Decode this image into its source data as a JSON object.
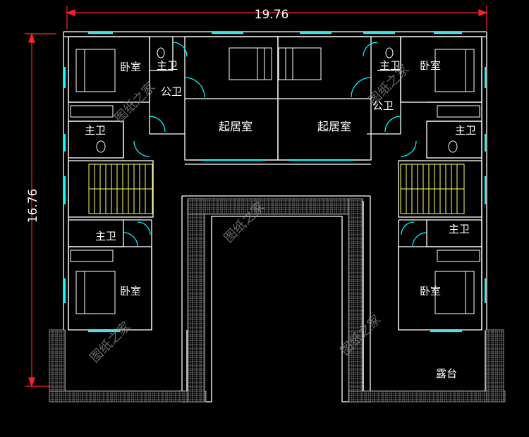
{
  "dimensions": {
    "width_label": "19.76",
    "height_label": "16.76"
  },
  "rooms": {
    "bedroom_tl": "卧室",
    "master_bath_tl": "主卫",
    "public_bath_l": "公卫",
    "master_bath_l2": "主卫",
    "living_l": "起居室",
    "living_r": "起居室",
    "master_bath_tr": "主卫",
    "bedroom_tr": "卧室",
    "public_bath_r": "公卫",
    "master_bath_r2": "主卫",
    "master_bath_l3": "主卫",
    "bedroom_bl": "卧室",
    "master_bath_r3": "主卫",
    "bedroom_br": "卧室",
    "terrace": "露台"
  },
  "watermark": "图纸之家",
  "colors": {
    "wall": "#ffffff",
    "window": "#00ffff",
    "door": "#00ffff",
    "dimension": "#ff2020",
    "stair": "#ffff66",
    "furniture": "#ffffff"
  }
}
